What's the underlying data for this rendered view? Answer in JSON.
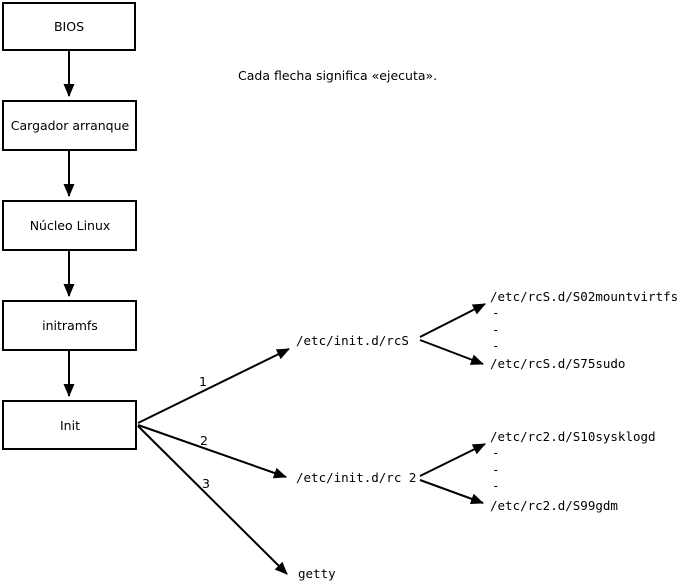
{
  "colors": {
    "ink": "#000000",
    "bg": "#ffffff"
  },
  "note": "Cada flecha significa «ejecuta».",
  "boxes": {
    "bios": "BIOS",
    "bootloader": "Cargador arranque",
    "kernel": "Núcleo Linux",
    "initramfs": "initramfs",
    "init": "Init"
  },
  "init_arrows": {
    "rcS": {
      "label": "1",
      "target": "/etc/init.d/rcS"
    },
    "rc2": {
      "label": "2",
      "target": "/etc/init.d/rc 2"
    },
    "getty": {
      "label": "3",
      "target": "getty"
    }
  },
  "rcS_branch": {
    "first": "/etc/rcS.d/S02mountvirtfs",
    "ellipsis": [
      "-",
      "-",
      "-"
    ],
    "last": "/etc/rcS.d/S75sudo"
  },
  "rc2_branch": {
    "first": "/etc/rc2.d/S10sysklogd",
    "ellipsis": [
      "-",
      "-",
      "-"
    ],
    "last": "/etc/rc2.d/S99gdm"
  }
}
